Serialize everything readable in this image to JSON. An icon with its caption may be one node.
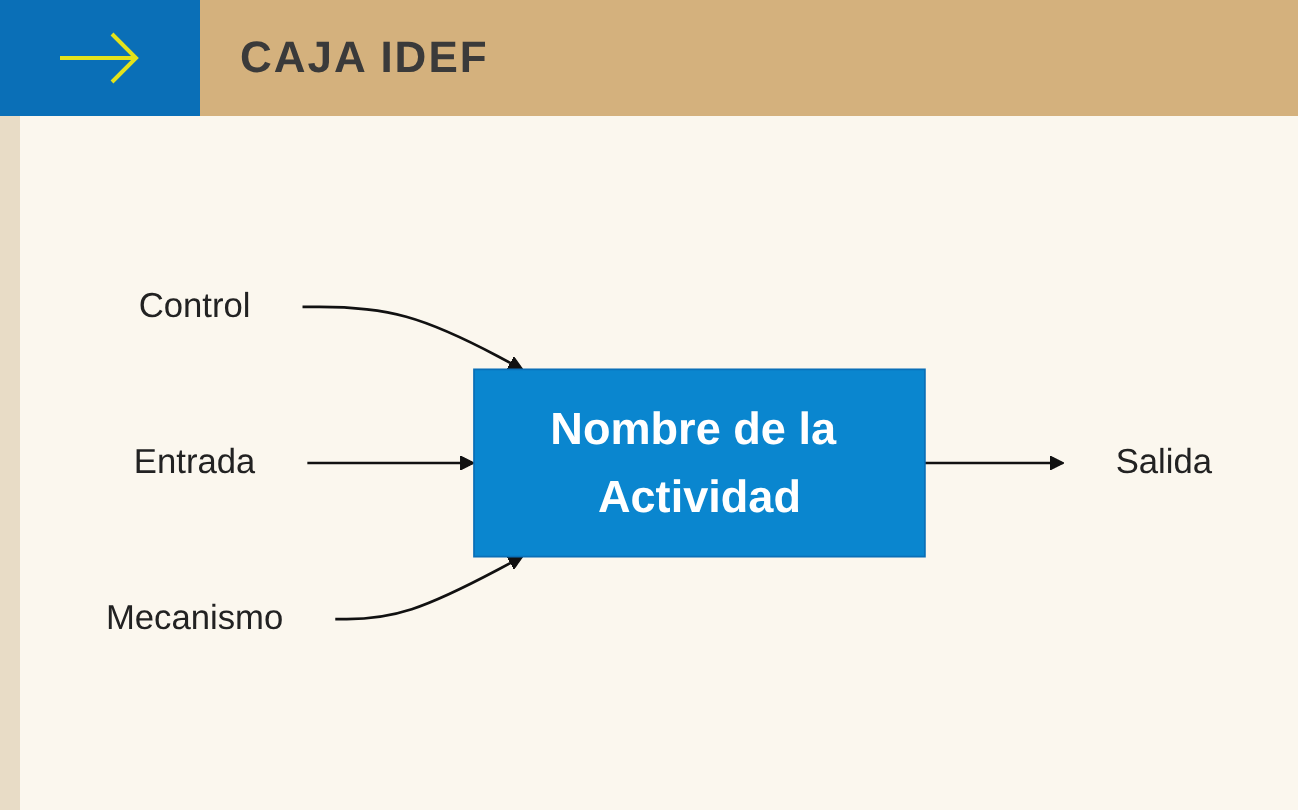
{
  "diagram": {
    "title": "CAJA IDEF",
    "nodes": [
      {
        "text": [
          "Control"
        ]
      },
      {
        "text": [
          "Entrada"
        ]
      },
      {
        "text": [
          "Nombre de la Actividad"
        ]
      },
      {
        "text": [
          "Salida"
        ]
      },
      {
        "text": [
          "Mecanismo"
        ]
      }
    ],
    "edges": [
      {
        "from": 0,
        "to": 2,
        "arrow": "to"
      },
      {
        "from": 1,
        "to": 2,
        "arrow": "to"
      },
      {
        "from": 2,
        "to": 3,
        "arrow": "to"
      },
      {
        "from": 4,
        "to": 2,
        "arrow": "to"
      }
    ]
  }
}
